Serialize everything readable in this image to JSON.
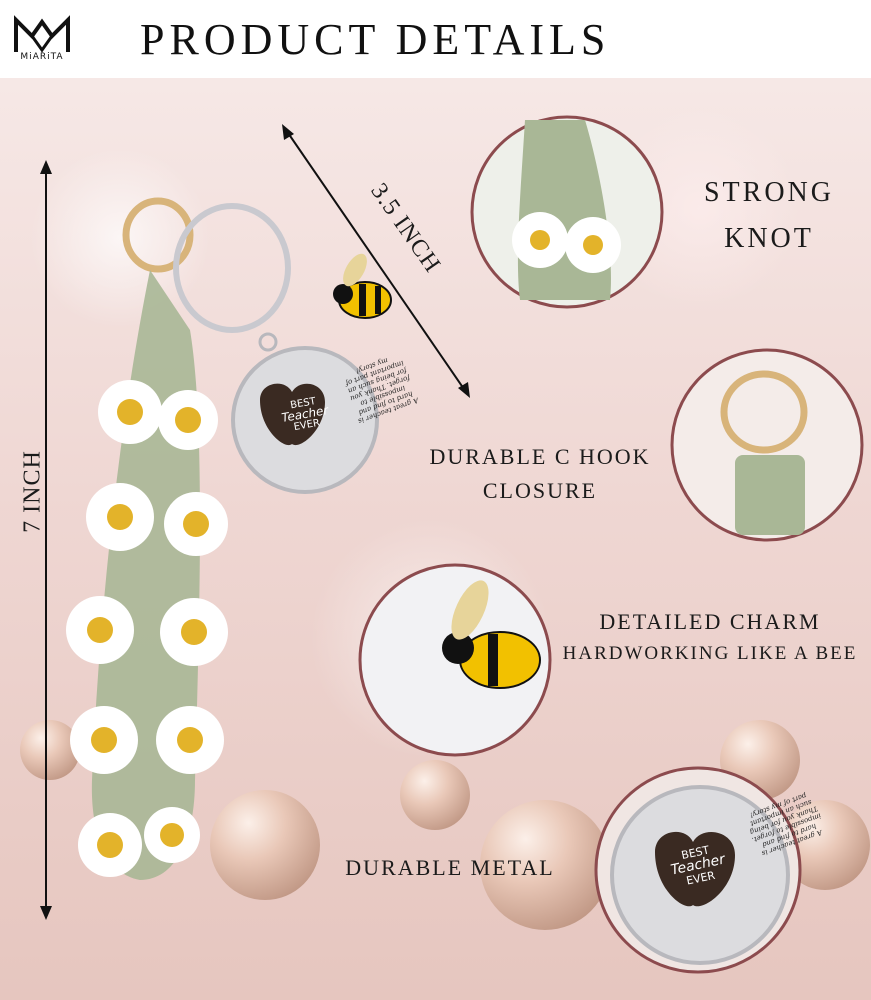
{
  "header": {
    "brand": "MiARiTA",
    "title": "PRODUCT DETAILS"
  },
  "dimensions": {
    "height": "7 INCH",
    "width": "3.5 INCH"
  },
  "features": [
    {
      "line1": "STRONG",
      "line2": "KNOT"
    },
    {
      "line1": "DURABLE C HOOK",
      "line2": "CLOSURE"
    },
    {
      "line1": "DETAILED CHARM",
      "line2": "HARDWORKING LIKE A BEE"
    },
    {
      "line1": "DURABLE METAL",
      "line2": ""
    }
  ],
  "tag": {
    "heading1": "BEST",
    "heading2": "Teacher",
    "heading3": "EVER",
    "message": "A great teacher is hard to find and impossible to forget. Thank you for being such an important part of my story!"
  },
  "colors": {
    "accent_ring": "#8c4b4e",
    "strap_green": "#a9b796",
    "petal": "#ffffff",
    "flower_center": "#e3b32a",
    "tag_metal": "#d9d9dc",
    "bee_yellow": "#f2c100"
  }
}
